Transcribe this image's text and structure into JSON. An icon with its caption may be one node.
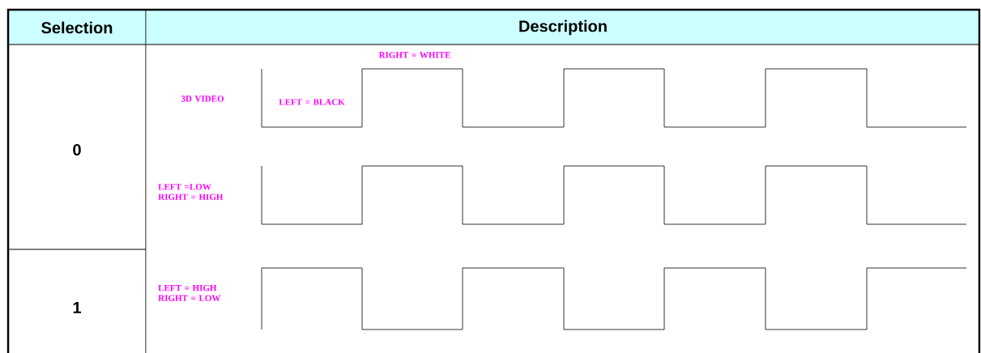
{
  "diagram": {
    "labels": [
      "Selection",
      "Description",
      "RIGHT = WHITE",
      "3D VIDEO",
      "LEFT = BLACK",
      "0",
      "LEFT =LOW RIGHT = HIGH",
      "LEFT = HIGH RIGHT = LOW",
      "1"
    ]
  }
}
